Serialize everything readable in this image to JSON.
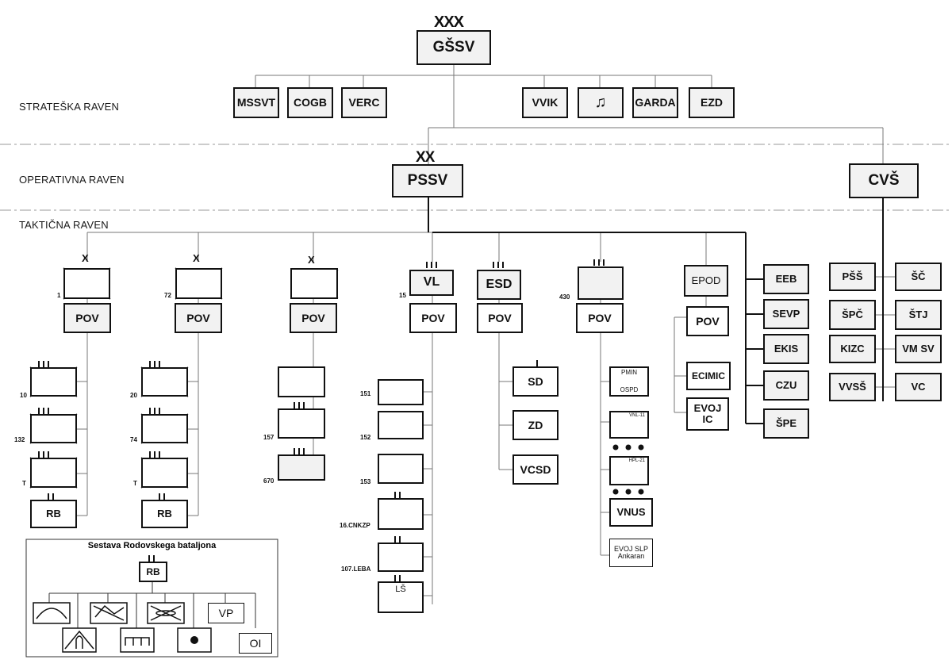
{
  "levels": {
    "strategic": "STRATEŠKA RAVEN",
    "operational": "OPERATIVNA RAVEN",
    "tactical": "TAKTIČNA RAVEN"
  },
  "top": {
    "label": "GŠSV",
    "echelon": "XXX"
  },
  "strategic_units": [
    "MSSVT",
    "COGB",
    "VERC",
    "VVIK",
    "GARDA",
    "EZD"
  ],
  "operational": {
    "pssv": "PSSV",
    "pssv_echelon": "XX",
    "cvs": "CVŠ"
  },
  "tactical": {
    "b1": {
      "echelon": "X",
      "number": "1",
      "pov": "POV",
      "subs": [
        "10",
        "132",
        "T"
      ],
      "rb": "RB"
    },
    "b72": {
      "echelon": "X",
      "number": "72",
      "pov": "POV",
      "subs": [
        "20",
        "74",
        "T"
      ],
      "rb": "RB"
    },
    "b3": {
      "echelon": "X",
      "pov": "POV",
      "subs": [
        "157",
        "670"
      ]
    },
    "vl": {
      "label": "VL",
      "number": "15",
      "pov": "POV",
      "subs": [
        "151",
        "152",
        "153",
        "16.CNKZP",
        "107.LEBA"
      ],
      "ls": "LŠ"
    },
    "esd": {
      "label": "ESD",
      "pov": "POV",
      "subs": [
        "SD",
        "ZD",
        "VCSD"
      ]
    },
    "navy": {
      "number": "430",
      "pov": "POV",
      "pmin": "PMIN",
      "ospd": "OSPD",
      "vnl": "VNL-11",
      "hpl": "HPL-21",
      "vnus": "VNUS",
      "evoj_slp_1": "EVOJ SLP",
      "evoj_slp_2": "Ankaran"
    },
    "epod": {
      "label": "EPOD",
      "pov": "POV",
      "ecimic": "ECIMIC",
      "evoj_1": "EVOJ",
      "evoj_2": "IC"
    },
    "column": [
      "EEB",
      "SEVP",
      "EKIS",
      "CZU",
      "ŠPE"
    ],
    "cvs_units": [
      [
        "PŠŠ",
        "ŠČ"
      ],
      [
        "ŠPČ",
        "ŠTJ"
      ],
      [
        "KIZC",
        "VM SV"
      ],
      [
        "VVSŠ",
        "VC"
      ]
    ]
  },
  "rb_panel": {
    "title": "Sestava Rodovskega bataljona",
    "rb": "RB",
    "vp": "VP",
    "oi": "OI"
  }
}
